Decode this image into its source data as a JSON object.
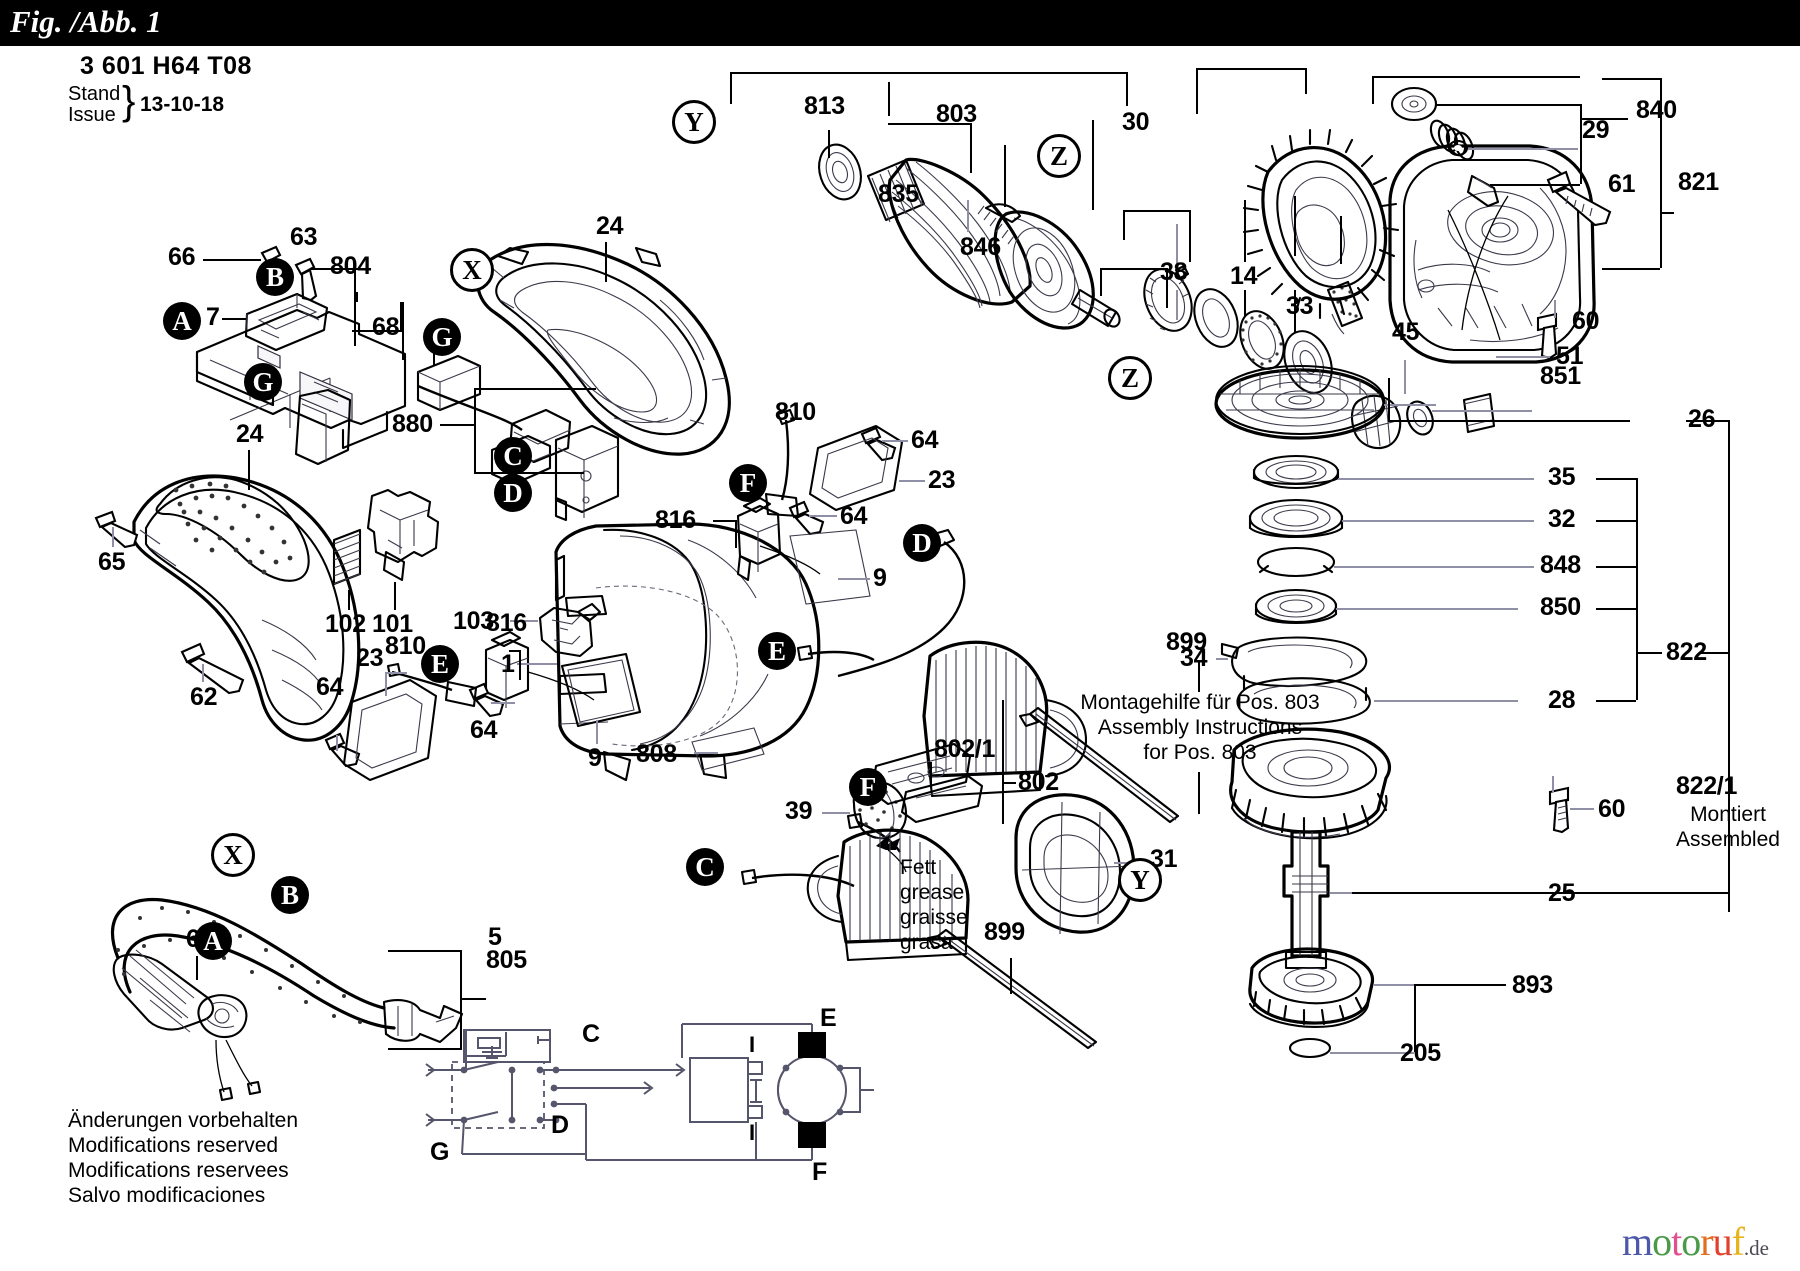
{
  "header": {
    "part_number": "3 601 H64 T08",
    "stand_label": "Stand\nIssue",
    "brace": "}",
    "date": "13-10-18",
    "figure": "Fig. /Abb. 1"
  },
  "notes": {
    "assembly_help": "Montagehilfe für Pos. 803\nAssembly Instructions\nfor Pos. 803",
    "assembly_help_num": "899",
    "grease": "Fett\ngrease\ngraisse\ngrasa",
    "assembled": "Montiert\nAssembled",
    "assembled_num": "822/1",
    "footer": "Änderungen vorbehalten\nModifications reserved\nModifications reservees\nSalvo modificaciones"
  },
  "watermark": {
    "letters": [
      {
        "ch": "m",
        "color": "#4d59a8"
      },
      {
        "ch": "o",
        "color": "#4a9a48"
      },
      {
        "ch": "t",
        "color": "#e0508f"
      },
      {
        "ch": "o",
        "color": "#4a9a48"
      },
      {
        "ch": "r",
        "color": "#e07020"
      },
      {
        "ch": "u",
        "color": "#e2402a"
      },
      {
        "ch": "f",
        "color": "#e8b21c"
      }
    ],
    "suffix": ".de"
  },
  "part_labels": [
    {
      "id": "l-66",
      "text": "66"
    },
    {
      "id": "l-7",
      "text": "7"
    },
    {
      "id": "l-63",
      "text": "63"
    },
    {
      "id": "l-804",
      "text": "804"
    },
    {
      "id": "l-68",
      "text": "68"
    },
    {
      "id": "l-880",
      "text": "880"
    },
    {
      "id": "l-24a",
      "text": "24"
    },
    {
      "id": "l-24b",
      "text": "24"
    },
    {
      "id": "l-65",
      "text": "65"
    },
    {
      "id": "l-62",
      "text": "62"
    },
    {
      "id": "l-102",
      "text": "102"
    },
    {
      "id": "l-101",
      "text": "101"
    },
    {
      "id": "l-103",
      "text": "103"
    },
    {
      "id": "l-1",
      "text": "1"
    },
    {
      "id": "l-816a",
      "text": "816"
    },
    {
      "id": "l-816b",
      "text": "816"
    },
    {
      "id": "l-810a",
      "text": "810"
    },
    {
      "id": "l-810b",
      "text": "810"
    },
    {
      "id": "l-64a",
      "text": "64"
    },
    {
      "id": "l-64b",
      "text": "64"
    },
    {
      "id": "l-64c",
      "text": "64"
    },
    {
      "id": "l-64d",
      "text": "64"
    },
    {
      "id": "l-23a",
      "text": "23"
    },
    {
      "id": "l-23b",
      "text": "23"
    },
    {
      "id": "l-9a",
      "text": "9"
    },
    {
      "id": "l-9b",
      "text": "9"
    },
    {
      "id": "l-808",
      "text": "808"
    },
    {
      "id": "l-39",
      "text": "39"
    },
    {
      "id": "l-802-1",
      "text": "802/1"
    },
    {
      "id": "l-802",
      "text": "802"
    },
    {
      "id": "l-31",
      "text": "31"
    },
    {
      "id": "l-899b",
      "text": "899"
    },
    {
      "id": "l-5",
      "text": "5"
    },
    {
      "id": "l-805",
      "text": "805"
    },
    {
      "id": "l-6",
      "text": "6"
    },
    {
      "id": "l-813",
      "text": "813"
    },
    {
      "id": "l-803",
      "text": "803"
    },
    {
      "id": "l-835",
      "text": "835"
    },
    {
      "id": "l-846",
      "text": "846"
    },
    {
      "id": "l-38",
      "text": "38"
    },
    {
      "id": "l-14",
      "text": "14"
    },
    {
      "id": "l-33",
      "text": "33"
    },
    {
      "id": "l-30",
      "text": "30"
    },
    {
      "id": "l-29",
      "text": "29"
    },
    {
      "id": "l-840",
      "text": "840"
    },
    {
      "id": "l-821",
      "text": "821"
    },
    {
      "id": "l-61",
      "text": "61"
    },
    {
      "id": "l-60a",
      "text": "60"
    },
    {
      "id": "l-51",
      "text": "51"
    },
    {
      "id": "l-851",
      "text": "851"
    },
    {
      "id": "l-45",
      "text": "45"
    },
    {
      "id": "l-26",
      "text": "26"
    },
    {
      "id": "l-35",
      "text": "35"
    },
    {
      "id": "l-32",
      "text": "32"
    },
    {
      "id": "l-848",
      "text": "848"
    },
    {
      "id": "l-850",
      "text": "850"
    },
    {
      "id": "l-34",
      "text": "34"
    },
    {
      "id": "l-28",
      "text": "28"
    },
    {
      "id": "l-822",
      "text": "822"
    },
    {
      "id": "l-60b",
      "text": "60"
    },
    {
      "id": "l-25",
      "text": "25"
    },
    {
      "id": "l-893",
      "text": "893"
    },
    {
      "id": "l-205",
      "text": "205"
    }
  ],
  "callout_letters": [
    {
      "id": "c-A1",
      "text": "A"
    },
    {
      "id": "c-B1",
      "text": "B"
    },
    {
      "id": "c-G1",
      "text": "G"
    },
    {
      "id": "c-G2",
      "text": "G"
    },
    {
      "id": "c-C1",
      "text": "C"
    },
    {
      "id": "c-D1",
      "text": "D"
    },
    {
      "id": "c-X1",
      "text": "X"
    },
    {
      "id": "c-F1",
      "text": "F"
    },
    {
      "id": "c-D2",
      "text": "D"
    },
    {
      "id": "c-E1",
      "text": "E"
    },
    {
      "id": "c-E2",
      "text": "E"
    },
    {
      "id": "c-F2",
      "text": "F"
    },
    {
      "id": "c-C2",
      "text": "C"
    },
    {
      "id": "c-X2",
      "text": "X"
    },
    {
      "id": "c-B2",
      "text": "B"
    },
    {
      "id": "c-A2",
      "text": "A"
    },
    {
      "id": "c-Y1",
      "text": "Y"
    },
    {
      "id": "c-Y2",
      "text": "Y"
    },
    {
      "id": "c-Z1",
      "text": "Z"
    },
    {
      "id": "c-Z2",
      "text": "Z"
    }
  ],
  "schematic_labels": [
    {
      "id": "s-C",
      "text": "C"
    },
    {
      "id": "s-E",
      "text": "E"
    },
    {
      "id": "s-I1",
      "text": "I"
    },
    {
      "id": "s-I2",
      "text": "I"
    },
    {
      "id": "s-D",
      "text": "D"
    },
    {
      "id": "s-G",
      "text": "G"
    },
    {
      "id": "s-F",
      "text": "F"
    }
  ]
}
